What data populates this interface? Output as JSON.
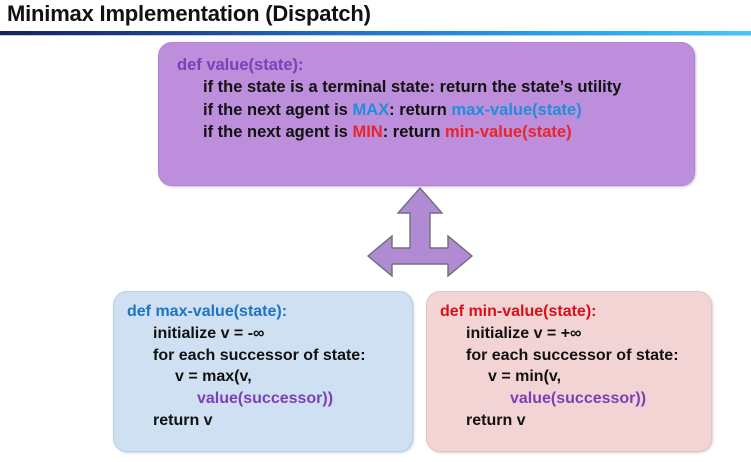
{
  "slide": {
    "title": "Minimax Implementation (Dispatch)",
    "background": "#ffffff",
    "rule_gradient_from": "#16225e",
    "rule_gradient_to": "#3fc9ff"
  },
  "colors": {
    "dispatch_box_fill": "#bc8edb",
    "max_box_fill": "#cfe0f2",
    "min_box_fill": "#f3d4d4",
    "max_accent": "#1f8fd8",
    "min_accent": "#e8252c",
    "value_accent": "#7b3fb8",
    "arrow_fill": "#b08bd4",
    "arrow_stroke": "#6f6f7a"
  },
  "dispatch_box": {
    "name": "value-dispatch",
    "signature": "def value(state):",
    "lines": [
      {
        "indent": 1,
        "segments": [
          {
            "text": "if the state is a terminal state: return the state’s utility",
            "color": "default"
          }
        ]
      },
      {
        "indent": 1,
        "segments": [
          {
            "text": "if the next agent is ",
            "color": "default"
          },
          {
            "text": "MAX",
            "color": "max"
          },
          {
            "text": ": return ",
            "color": "default"
          },
          {
            "text": "max-value(state)",
            "color": "max"
          }
        ]
      },
      {
        "indent": 1,
        "segments": [
          {
            "text": "if the next agent is ",
            "color": "default"
          },
          {
            "text": "MIN",
            "color": "min"
          },
          {
            "text": ": return ",
            "color": "default"
          },
          {
            "text": "min-value(state)",
            "color": "min"
          }
        ]
      }
    ]
  },
  "max_box": {
    "name": "max-value",
    "signature": "def max-value(state):",
    "lines": [
      {
        "indent": 1,
        "segments": [
          {
            "text": "initialize v = -∞",
            "color": "default"
          }
        ]
      },
      {
        "indent": 1,
        "segments": [
          {
            "text": "for each successor of state:",
            "color": "default"
          }
        ]
      },
      {
        "indent": 2,
        "segments": [
          {
            "text": "v = max(v,",
            "color": "default"
          }
        ]
      },
      {
        "indent": 3,
        "segments": [
          {
            "text": "value(successor))",
            "color": "value"
          }
        ]
      },
      {
        "indent": 1,
        "segments": [
          {
            "text": "return v",
            "color": "default"
          }
        ]
      }
    ]
  },
  "min_box": {
    "name": "min-value",
    "signature": "def min-value(state):",
    "lines": [
      {
        "indent": 1,
        "segments": [
          {
            "text": "initialize v = +∞",
            "color": "default"
          }
        ]
      },
      {
        "indent": 1,
        "segments": [
          {
            "text": "for each successor of state:",
            "color": "default"
          }
        ]
      },
      {
        "indent": 2,
        "segments": [
          {
            "text": "v = min(v,",
            "color": "default"
          }
        ]
      },
      {
        "indent": 3,
        "segments": [
          {
            "text": "value(successor))",
            "color": "value"
          }
        ]
      },
      {
        "indent": 1,
        "segments": [
          {
            "text": "return v",
            "color": "default"
          }
        ]
      }
    ]
  },
  "arrow": {
    "name": "three-way-dispatch-arrow",
    "directions": [
      "up",
      "left",
      "right"
    ]
  }
}
